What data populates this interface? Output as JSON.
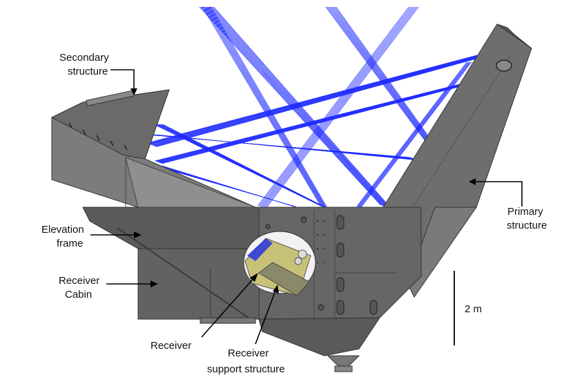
{
  "labels": {
    "secondary": [
      "Secondary",
      "structure"
    ],
    "primary": [
      "Primary",
      "structure"
    ],
    "elevation": [
      "Elevation",
      "frame"
    ],
    "cabin": [
      "Receiver",
      "Cabin"
    ],
    "receiver": "Receiver",
    "support": [
      "Receiver",
      "support structure"
    ]
  },
  "scale_bar": {
    "label": "2 m"
  },
  "colors": {
    "ray": "#1f2bff",
    "structure_dark": "#555555",
    "structure_mid": "#6f6f6f",
    "structure_light": "#8c8c8c",
    "receiver": "#c8c278"
  }
}
